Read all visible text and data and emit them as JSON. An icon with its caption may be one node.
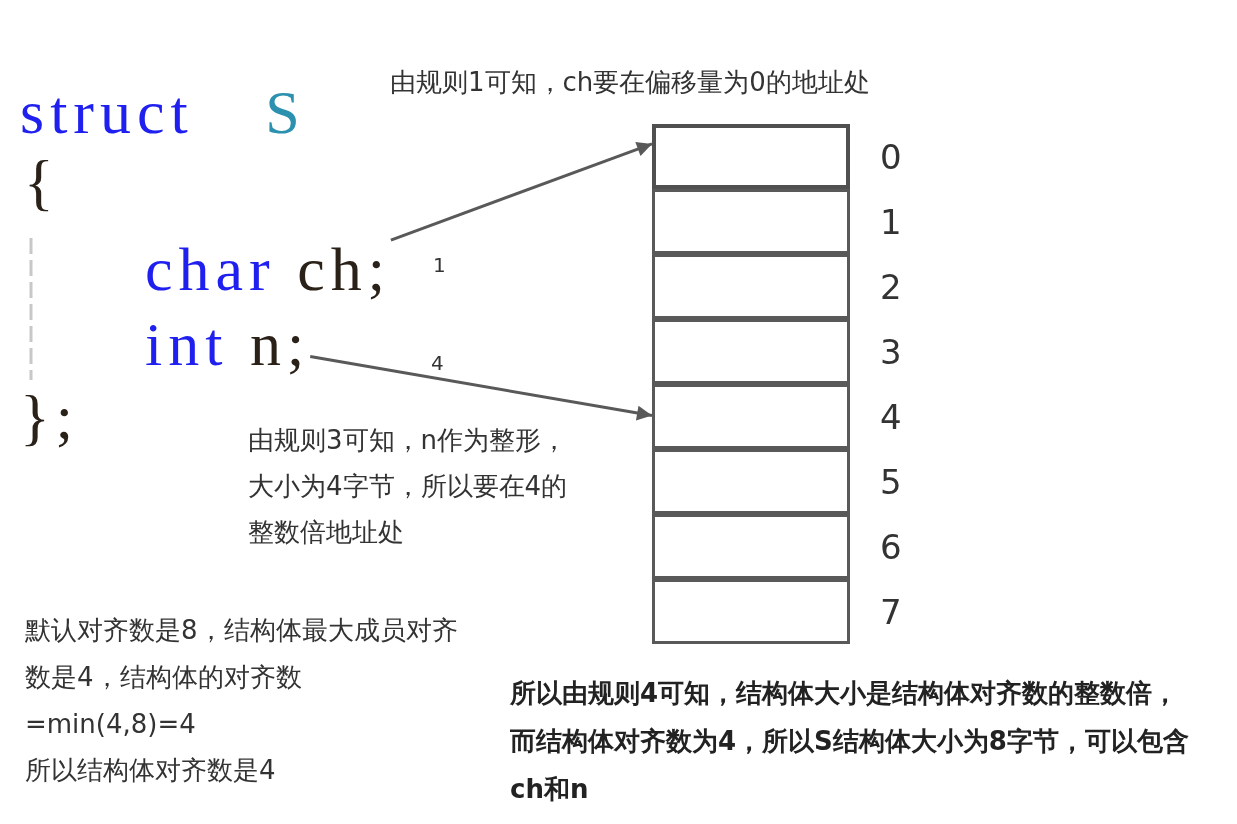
{
  "diagram": {
    "nodes": [
      {
        "text": [
          "char ch;"
        ]
      },
      {
        "text": [
          "int n;"
        ]
      },
      {
        "text": [],
        "shape": "box",
        "beside": [
          "0"
        ]
      },
      {
        "text": [],
        "shape": "box",
        "beside": [
          "1"
        ]
      },
      {
        "text": [],
        "shape": "box",
        "beside": [
          "2"
        ]
      },
      {
        "text": [],
        "shape": "box",
        "beside": [
          "3"
        ]
      },
      {
        "text": [],
        "shape": "box",
        "beside": [
          "4"
        ]
      },
      {
        "text": [],
        "shape": "box",
        "beside": [
          "5"
        ]
      },
      {
        "text": [],
        "shape": "box",
        "beside": [
          "6"
        ]
      },
      {
        "text": [],
        "shape": "box",
        "beside": [
          "7"
        ]
      }
    ],
    "edges": [
      {
        "from": 0,
        "to": 2,
        "arrow": "to",
        "label": "1"
      },
      {
        "from": 1,
        "to": 6,
        "arrow": "to",
        "label": "4"
      }
    ],
    "labels": [
      "由规则1可知，ch要在偏移量为0的地址处",
      "struct S",
      "{",
      "};",
      "由规则3可知，n作为整形，大小为4字节，所以要在4的整数倍地址处",
      "默认对齐数是8，结构体最大成员对齐数是4，结构体的对齐数=min(4,8)=4",
      "所以结构体对齐数是4",
      "所以由规则4可知，结构体大小是结构体对齐数的整数倍，而结构体对齐数为4，所以S结构体大小为8字节，可以包含ch和n"
    ]
  }
}
